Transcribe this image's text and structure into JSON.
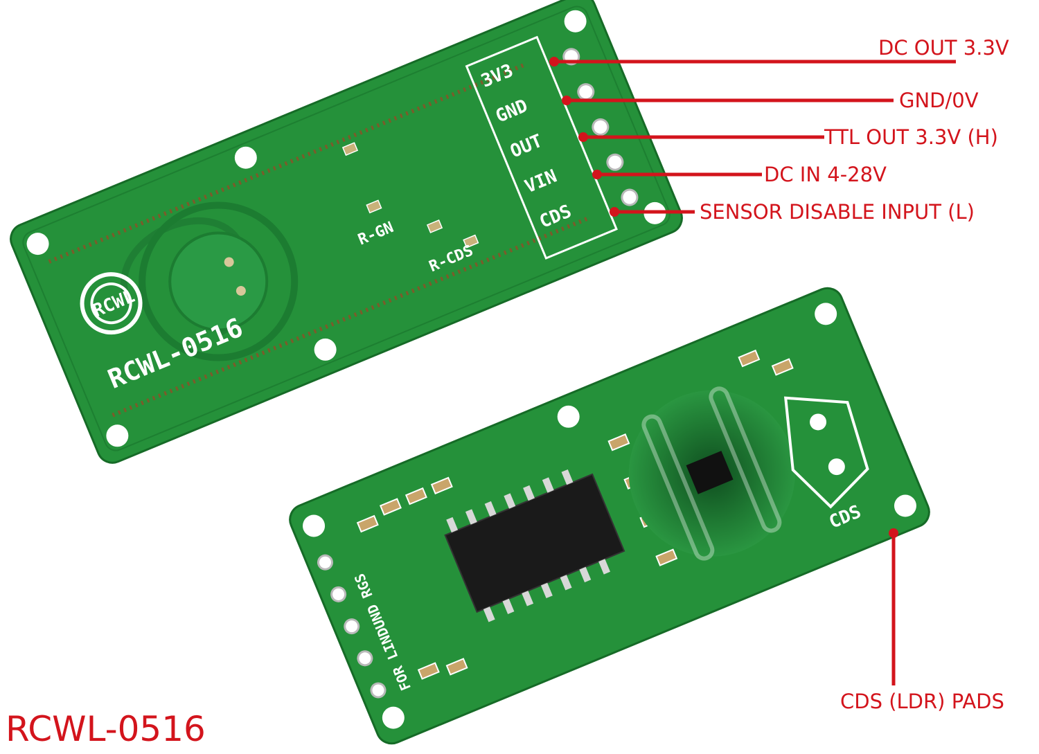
{
  "title": "RCWL-0516",
  "accent_color": "#d3141c",
  "board_color": "#25913a",
  "pins": [
    {
      "silk": "3V3",
      "callout": "DC OUT 3.3V"
    },
    {
      "silk": "GND",
      "callout": "GND/0V"
    },
    {
      "silk": "OUT",
      "callout": "TTL OUT 3.3V (H)"
    },
    {
      "silk": "VIN",
      "callout": "DC IN 4-28V"
    },
    {
      "silk": "CDS",
      "callout": "SENSOR DISABLE INPUT (L)"
    }
  ],
  "front_board": {
    "logo": "RCWL",
    "model": "RCWL-0516",
    "silk_labels": [
      "R-GN",
      "R-CDS"
    ]
  },
  "back_board": {
    "cds_label": "CDS",
    "side_text": "FOR LINDUND RGS",
    "cds_callout": "CDS (LDR) PADS"
  }
}
